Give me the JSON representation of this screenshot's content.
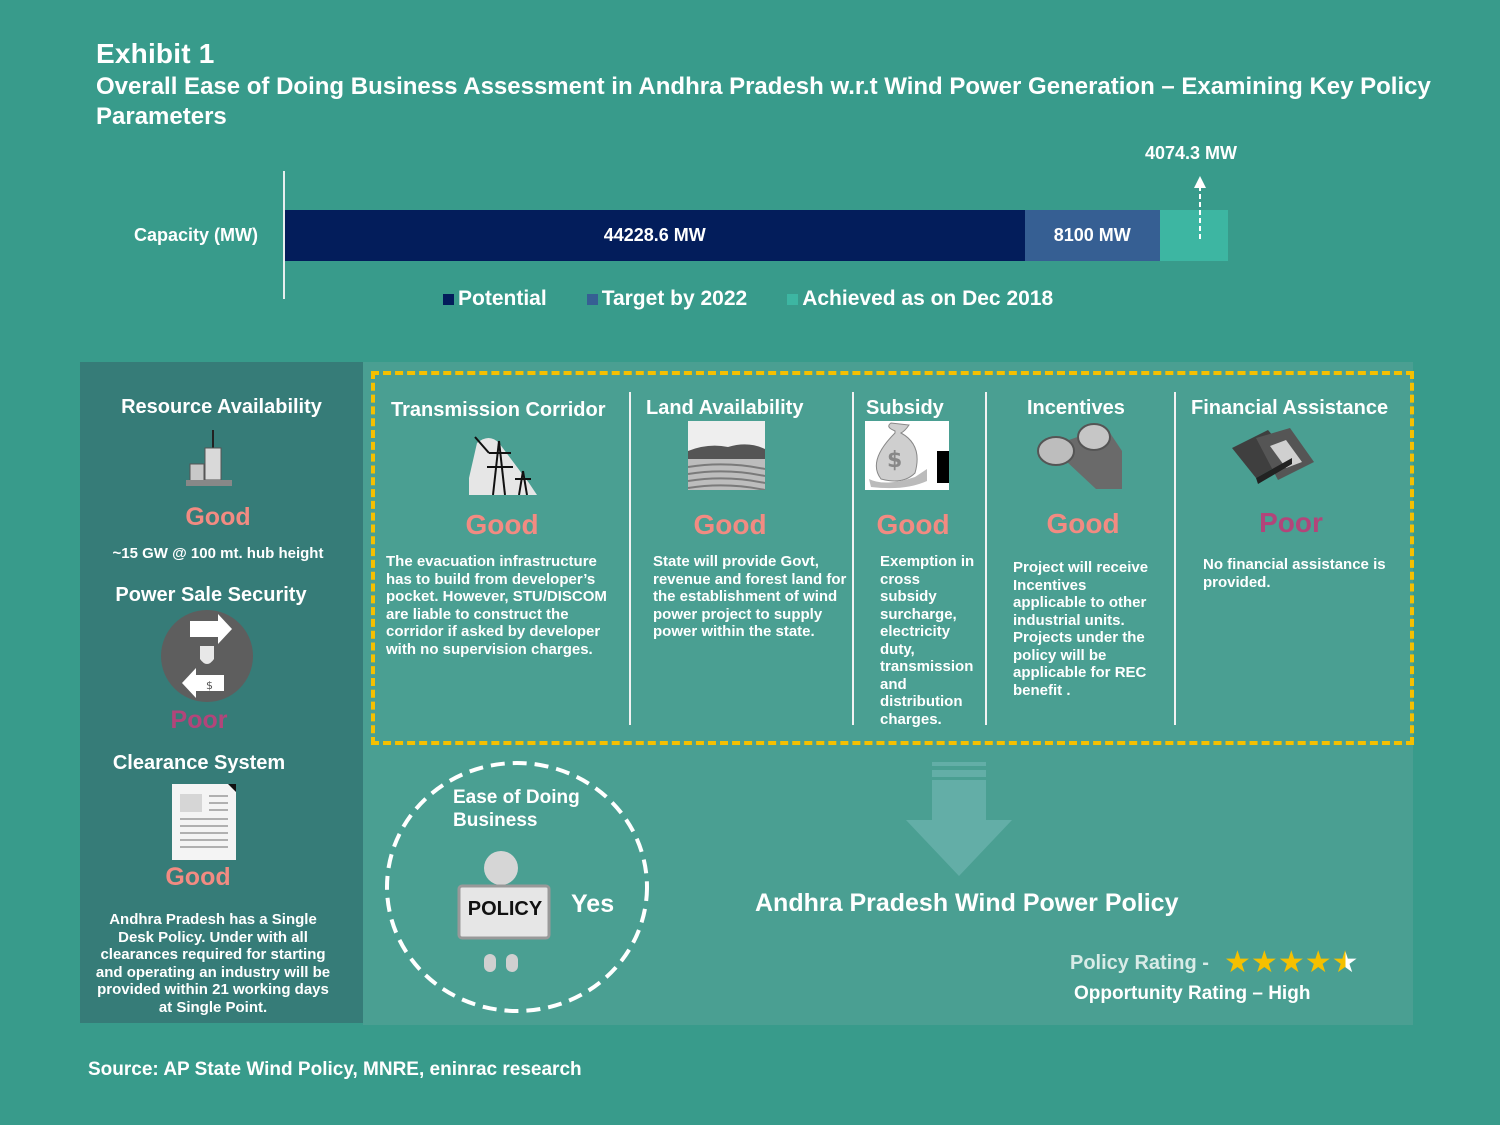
{
  "header": {
    "exhibit": "Exhibit 1",
    "title": "Overall Ease of Doing Business Assessment in Andhra Pradesh w.r.t Wind Power Generation – Examining Key Policy Parameters"
  },
  "chart_data": {
    "type": "bar",
    "orientation": "horizontal-stacked",
    "categories": [
      "Capacity (MW)"
    ],
    "ylabel": "Capacity (MW)",
    "series": [
      {
        "name": "Potential",
        "values": [
          44228.6
        ],
        "label": "44228.6 MW",
        "color": "#031d5b"
      },
      {
        "name": "Target by 2022",
        "values": [
          8100
        ],
        "label": "8100 MW",
        "color": "#365f93"
      },
      {
        "name": "Achieved as on Dec 2018",
        "values": [
          4074.3
        ],
        "label": "4074.3 MW",
        "color": "#3db6a2"
      }
    ],
    "legend_position": "bottom"
  },
  "left_panel": {
    "resource": {
      "title": "Resource Availability",
      "icon": "lighthouse-icon",
      "rating": "Good",
      "note": "~15 GW @ 100 mt. hub height"
    },
    "power_sale": {
      "title": "Power Sale Security",
      "icon": "power-sale-exchange-icon",
      "rating": "Poor"
    },
    "clearance": {
      "title": "Clearance  System",
      "icon": "document-icon",
      "rating": "Good",
      "note": "Andhra Pradesh has a Single Desk Policy. Under with  all clearances required for starting and operating an industry will be provided within 21 working days at Single Point."
    }
  },
  "parameters": [
    {
      "title": "Transmission Corridor",
      "icon": "transmission-tower-icon",
      "rating": "Good",
      "note": "The evacuation infrastructure has to build from developer’s pocket. However, STU/DISCOM are liable to construct the corridor if asked by developer with no supervision charges."
    },
    {
      "title": "Land Availability",
      "icon": "farmland-icon",
      "rating": "Good",
      "note": "State will provide Govt, revenue and forest land for the establishment of wind power project to supply power within the state."
    },
    {
      "title": "Subsidy",
      "icon": "money-bag-hand-icon",
      "rating": "Good",
      "note": "Exemption in cross subsidy surcharge, electricity duty, transmission and distribution charges."
    },
    {
      "title": "Incentives",
      "icon": "coins-icon",
      "rating": "Good",
      "note": "Project will receive Incentives applicable to other industrial units. Projects under the policy will be applicable for REC benefit ."
    },
    {
      "title": "Financial Assistance",
      "icon": "cash-bundle-icon",
      "rating": "Poor",
      "note": "No financial assistance is provided."
    }
  ],
  "ease": {
    "title": "Ease of Doing Business",
    "sign": "POLICY",
    "answer": "Yes"
  },
  "policy": {
    "name": "Andhra  Pradesh Wind Power Policy",
    "rating_label": "Policy Rating -",
    "rating_stars": 4.5,
    "rating_max": 5,
    "opportunity": "Opportunity Rating – High"
  },
  "footer": {
    "source": "Source: AP State Wind Policy, MNRE, eninrac research"
  },
  "colors": {
    "good": "#f28b82",
    "poor": "#b2457a",
    "dash": "#f5c000"
  }
}
